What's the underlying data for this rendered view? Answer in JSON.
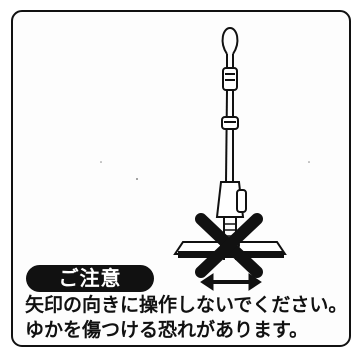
{
  "caution": {
    "badge": "ご注意",
    "lines": [
      "矢印の向きに操作しないでください。",
      "ゆかを傷つける恐れがあります。"
    ]
  },
  "icons": [
    "vacuum-cleaner-icon",
    "prohibited-x-icon",
    "left-right-arrow-icon"
  ],
  "colors": {
    "ink": "#111111",
    "background": "#ffffff",
    "badge_text": "#ffffff"
  }
}
